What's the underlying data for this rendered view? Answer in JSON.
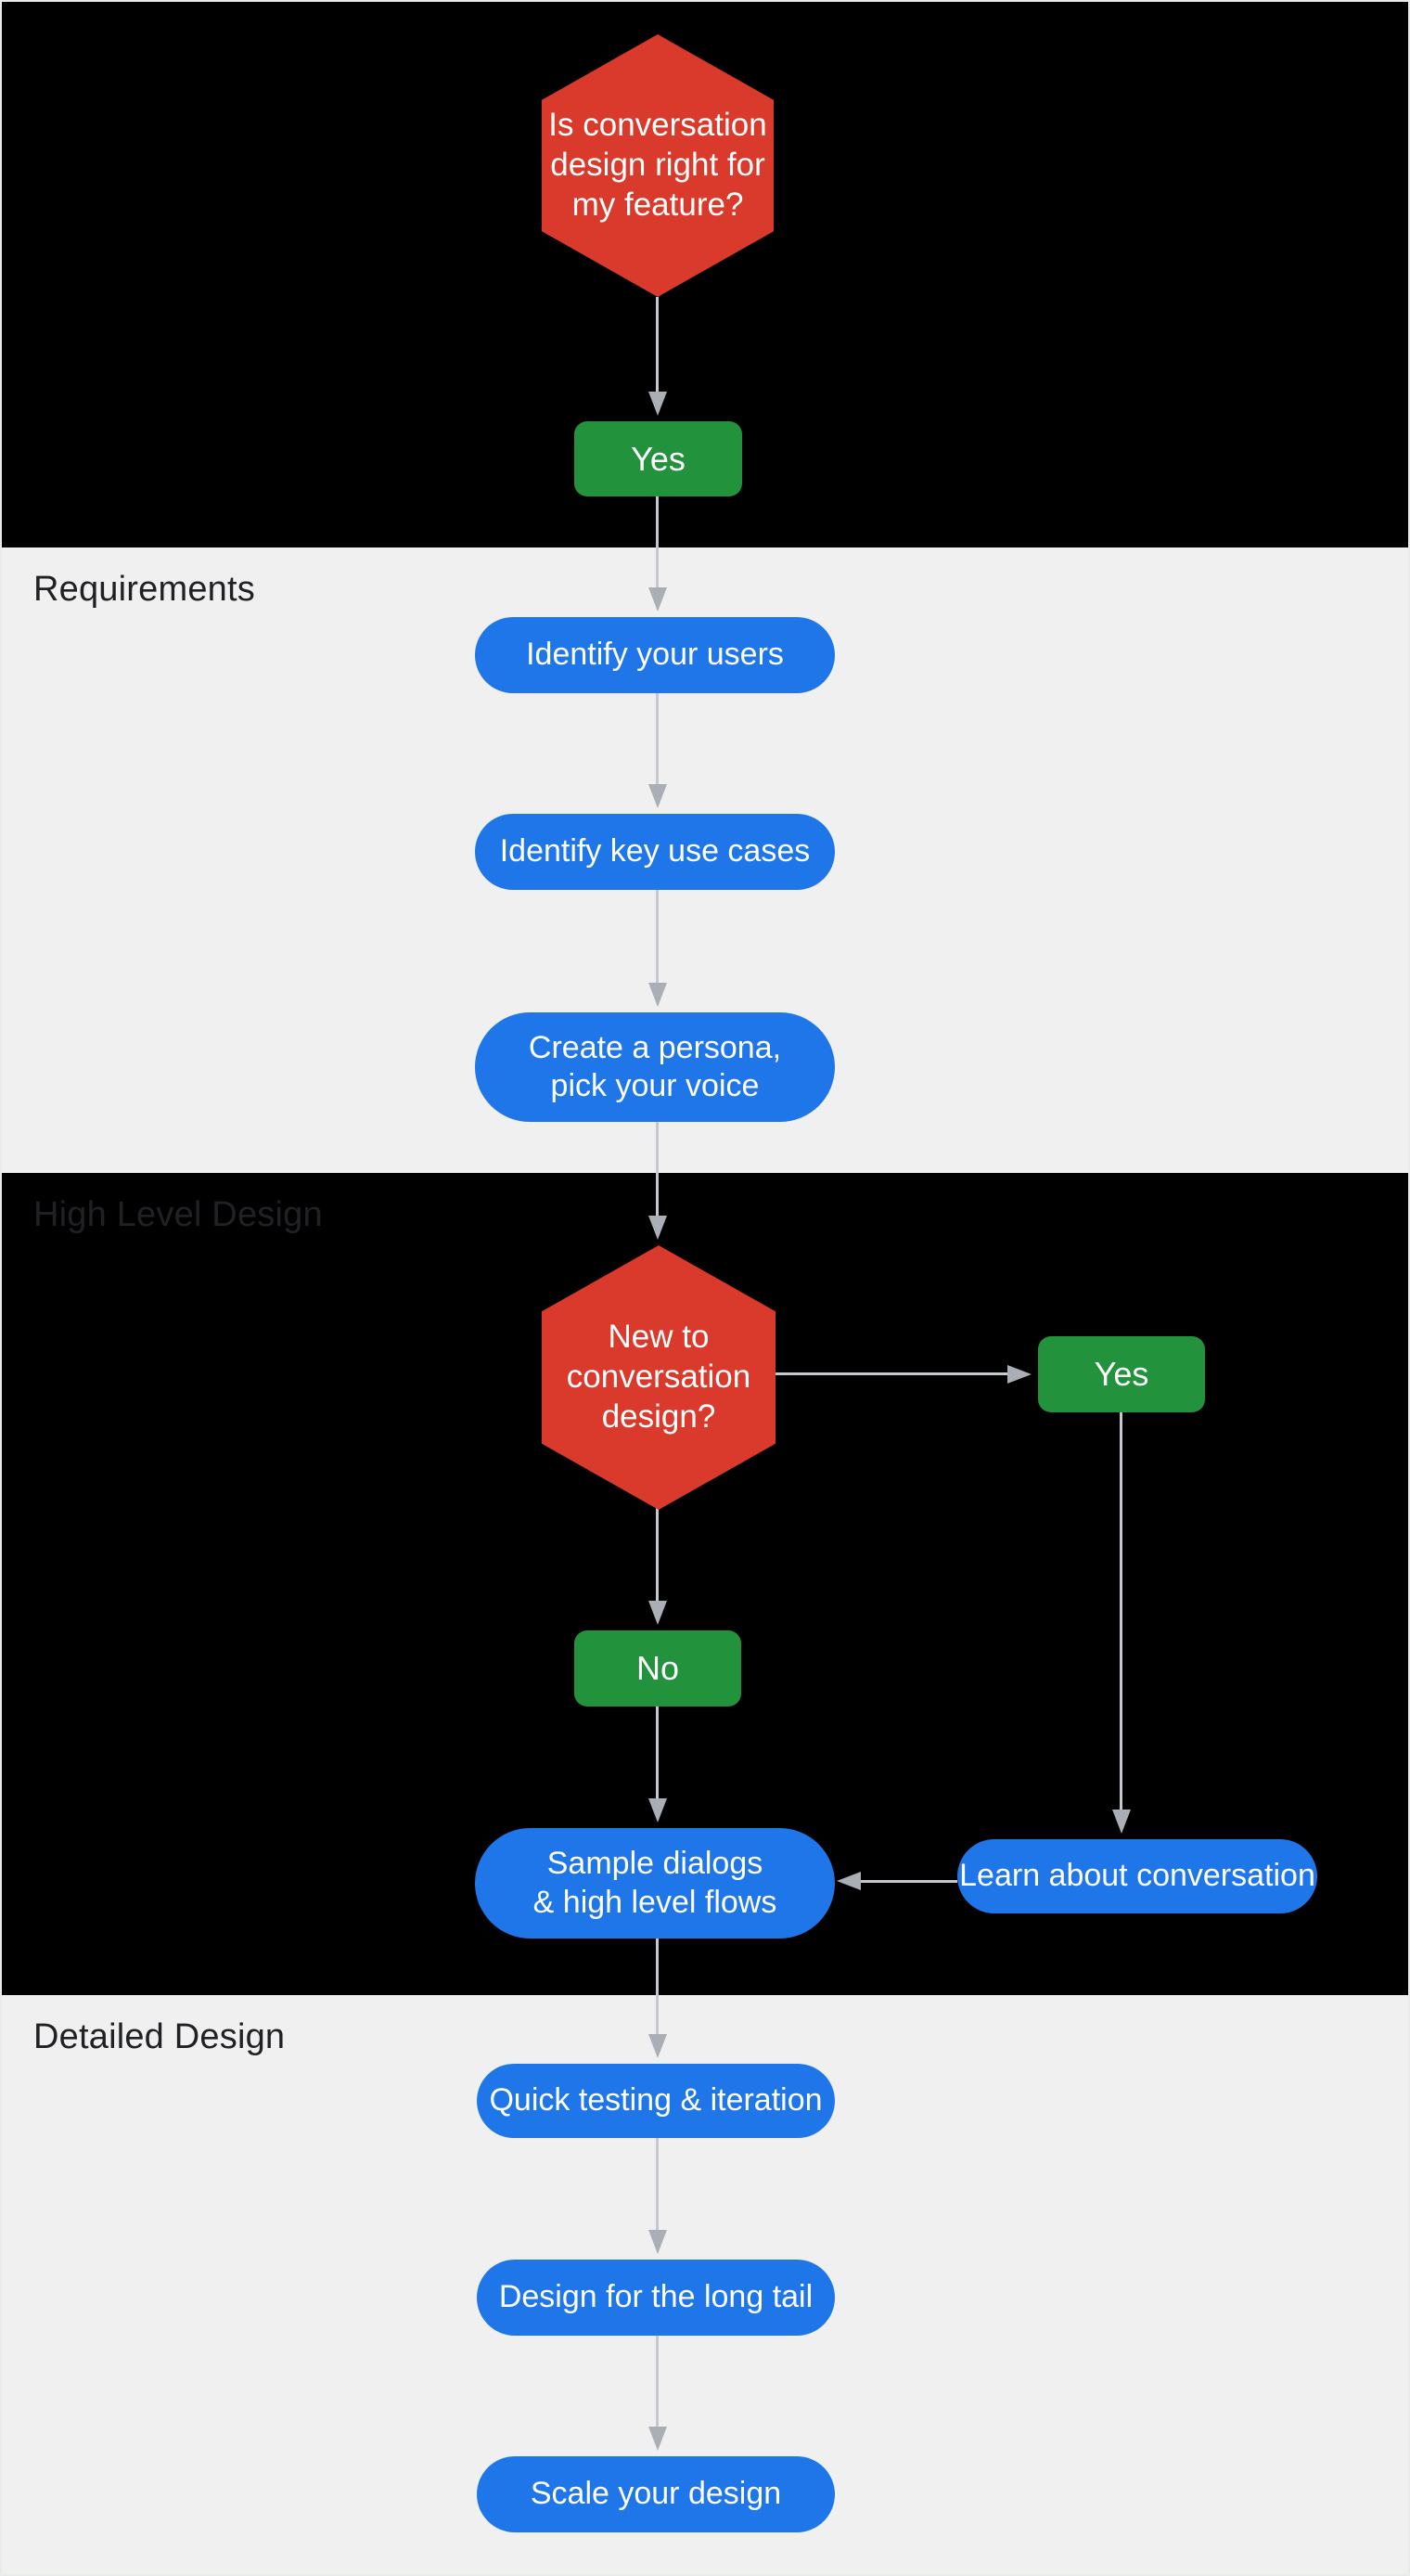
{
  "diagram": {
    "sections": {
      "requirements": {
        "label": "Requirements"
      },
      "high_level_design": {
        "label": "High Level Design"
      },
      "detailed_design": {
        "label": "Detailed Design"
      }
    },
    "nodes": {
      "q_is_cd_right": {
        "type": "decision",
        "label": "Is conversation\ndesign right for\nmy feature?"
      },
      "yes_start": {
        "type": "answer",
        "label": "Yes"
      },
      "identify_users": {
        "type": "step",
        "label": "Identify your users"
      },
      "identify_use_cases": {
        "type": "step",
        "label": "Identify key use cases"
      },
      "create_persona": {
        "type": "step",
        "label": "Create a persona,\npick your voice"
      },
      "q_new_to_cd": {
        "type": "decision",
        "label": "New to\nconversation\ndesign?"
      },
      "yes_new": {
        "type": "answer",
        "label": "Yes"
      },
      "no_new": {
        "type": "answer",
        "label": "No"
      },
      "sample_dialogs": {
        "type": "step",
        "label": "Sample dialogs\n& high level flows"
      },
      "learn_conversation": {
        "type": "step",
        "label": "Learn about conversation"
      },
      "quick_testing": {
        "type": "step",
        "label": "Quick testing & iteration"
      },
      "design_long_tail": {
        "type": "step",
        "label": "Design for the long tail"
      },
      "scale_design": {
        "type": "step",
        "label": "Scale your design"
      }
    },
    "colors": {
      "red": "#d93a2b",
      "green": "#22923c",
      "blue": "#1f76e9",
      "section_dark": "#000000",
      "section_light": "#f0f0f1",
      "label": "#202124",
      "arrow": "#c5c8cc",
      "arrowhead": "#a9afb4"
    }
  }
}
